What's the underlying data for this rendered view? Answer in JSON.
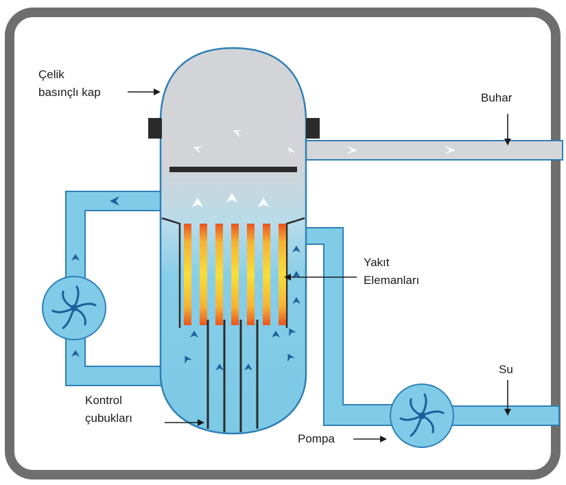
{
  "labels": {
    "vessel_line1": "Çelik",
    "vessel_line2": "basınçlı kap",
    "steam": "Buhar",
    "fuel_line1": "Yakıt",
    "fuel_line2": "Elemanları",
    "water": "Su",
    "control_line1": "Kontrol",
    "control_line2": "çubukları",
    "pump": "Pompa"
  },
  "colors": {
    "frame": "#6e6e6e",
    "steam_gray": "#d4d6d9",
    "water_blue": "#7fcbe8",
    "pipe_outline": "#2f7fb6",
    "rod_dark": "#2b2b2b",
    "fuel_orange": "#e8531f",
    "fuel_yellow": "#f7d83a",
    "arrow_dark": "#1c5f9a"
  }
}
